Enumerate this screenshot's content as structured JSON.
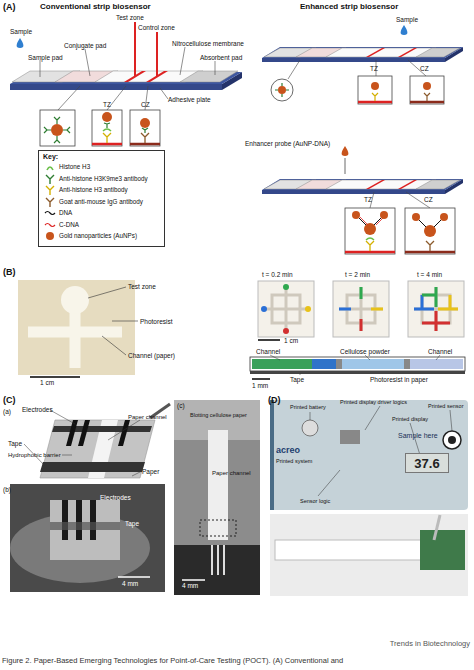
{
  "diagram": {
    "caption": "Figure 2. Paper-Based Emerging Technologies for Point-of-Care Testing (POCT). (A) Conventional and",
    "nodes": [
      {
        "text": [
          "(A)"
        ]
      },
      {
        "text": [
          "Key:"
        ],
        "in": 0
      },
      {
        "text": [
          "(B)"
        ]
      },
      {
        "text": [
          "(C)"
        ]
      },
      {
        "text": [
          "(D)"
        ]
      },
      {
        "text": [
          "37.6"
        ],
        "in": 4
      }
    ],
    "labels": [
      "Conventional strip biosensor",
      "Test zone",
      "Control zone",
      "Sample",
      "Sample pad",
      "Conjugate pad",
      "Nitrocellulose membrane",
      "Absorbent pad",
      "Adhesive plate",
      "TZ",
      "CZ",
      "Enhanced strip biosensor",
      "Sample",
      "TZ",
      "CZ",
      "Enhancer probe (AuNP-DNA)",
      "TZ",
      "CZ",
      "Test zone",
      "Photoresist",
      "Channel (paper)",
      "1 cm",
      "t = 0.2 min",
      "t = 2 min",
      "t = 4 min",
      "1 cm",
      "Channel",
      "Cellulose powder",
      "Channel",
      "Tape",
      "Photoresist in paper",
      "1 mm",
      "(a)",
      "Electrodes",
      "Paper channel",
      "Tape",
      "Hydrophobic barrier",
      "Paper",
      "(b)",
      "Electrodes",
      "Tape",
      "4 mm",
      "(c)",
      "Blotting cellulose paper",
      "Paper channel",
      "4 mm",
      "Printed battery",
      "Printed display driver logics",
      "Printed display",
      "Printed sensor",
      "Sample here",
      "acreo",
      "Printed system",
      "Sensor logic",
      "Trends in Biotechnology"
    ],
    "legend": [
      {
        "text": "Histone H3"
      },
      {
        "text": "Anti-histone H3K9me3 antibody"
      },
      {
        "text": "Anti-histone H3 antibody"
      },
      {
        "text": "Goat anti-mouse IgG antibody"
      },
      {
        "text": "DNA"
      },
      {
        "text": "C-DNA"
      },
      {
        "text": "Gold nanoparticles (AuNPs)"
      }
    ]
  }
}
